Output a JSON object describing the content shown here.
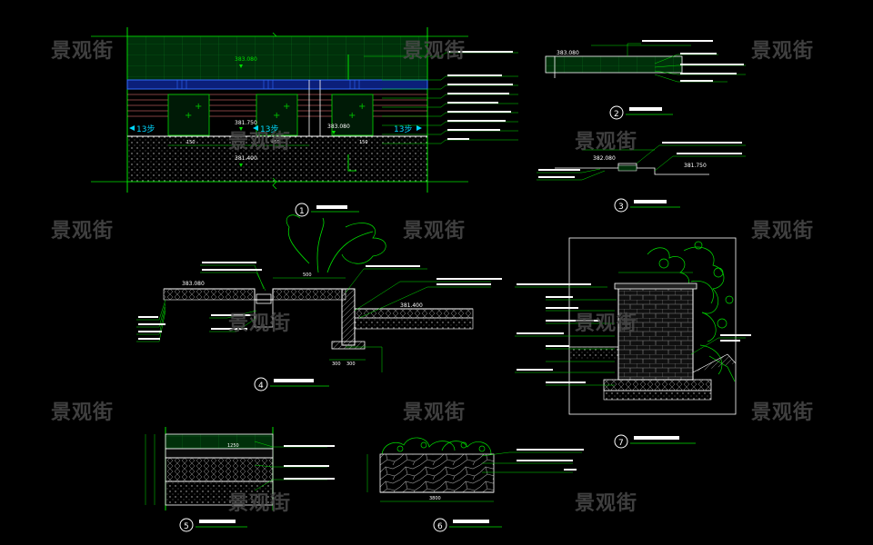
{
  "watermark": "景观街",
  "colors": {
    "background": "#000000",
    "primary_line": "#00e000",
    "white_line": "#ffffff",
    "accent_blue": "#2f6bff",
    "accent_red": "#ff3b3b",
    "accent_yellow": "#f0e020",
    "accent_cyan": "#00d8ff",
    "watermark": "#4a4a4a"
  },
  "drawing_1": {
    "number": "1",
    "elevation_top": "383.080",
    "elevation_mid_a": "381.750",
    "elevation_mid_b": "383.080",
    "elevation_bottom": "381.400",
    "steps_left": "13步",
    "steps_mid": "13步",
    "steps_right": "13步",
    "dim_a": "150",
    "dim_b": "450",
    "dim_c": "150"
  },
  "drawing_2": {
    "number": "2",
    "elevation": "383.080"
  },
  "drawing_3": {
    "number": "3",
    "elevation_a": "382.080",
    "elevation_b": "381.750"
  },
  "drawing_4": {
    "number": "4",
    "elevation_a": "383.080",
    "elevation_b": "381.400",
    "dim_a": "500",
    "dim_b": "300",
    "dim_c": "300"
  },
  "drawing_5": {
    "number": "5",
    "dim": "1250"
  },
  "drawing_6": {
    "number": "6",
    "dim": "3800"
  },
  "drawing_7": {
    "number": "7"
  }
}
